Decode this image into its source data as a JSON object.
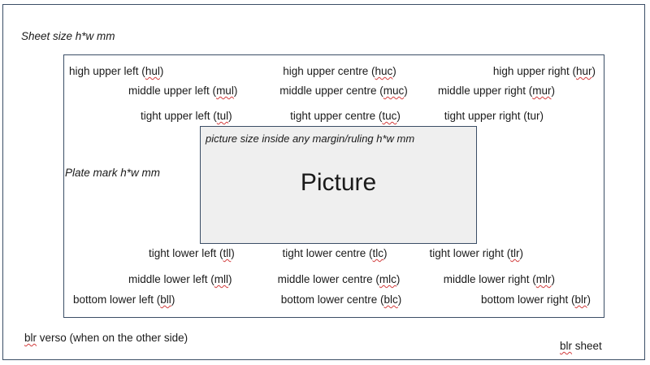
{
  "sheet_size_label": "Sheet size h*w mm",
  "plate_mark_label": "Plate mark h*w mm",
  "picture_size_label": "picture size inside any margin/ruling h*w mm",
  "picture_title": "Picture",
  "positions": {
    "hul": {
      "text": "high upper left (",
      "abbr": "hul",
      "close": ")"
    },
    "huc": {
      "text": "high upper centre (",
      "abbr": "huc",
      "close": ")"
    },
    "hur": {
      "text": "high upper right (",
      "abbr": "hur",
      "close": ")"
    },
    "mul": {
      "text": "middle upper left (",
      "abbr": "mul",
      "close": ")"
    },
    "muc": {
      "text": "middle upper centre (",
      "abbr": "muc",
      "close": ")"
    },
    "mur": {
      "text": "middle upper right (",
      "abbr": "mur",
      "close": ")"
    },
    "tul": {
      "text": "tight upper left (",
      "abbr": "tul",
      "close": ")"
    },
    "tuc": {
      "text": "tight upper centre (",
      "abbr": "tuc",
      "close": ")"
    },
    "tur": {
      "text": "tight upper right (tur)"
    },
    "tll": {
      "text": "tight lower left (",
      "abbr": "tll",
      "close": ")"
    },
    "tlc": {
      "text": "tight lower centre (",
      "abbr": "tlc",
      "close": ")"
    },
    "tlr": {
      "text": "tight lower right (",
      "abbr": "tlr",
      "close": ")"
    },
    "mll": {
      "text": "middle lower left (",
      "abbr": "mll",
      "close": ")"
    },
    "mlc": {
      "text": "middle lower centre (",
      "abbr": "mlc",
      "close": ")"
    },
    "mlr": {
      "text": "middle lower right (",
      "abbr": "mlr",
      "close": ")"
    },
    "bll": {
      "text": "bottom lower left (",
      "abbr": "bll",
      "close": ")"
    },
    "blc": {
      "text": "bottom lower centre (",
      "abbr": "blc",
      "close": ")"
    },
    "blr": {
      "text": "bottom lower right (",
      "abbr": "blr",
      "close": ")"
    }
  },
  "verso": {
    "abbr": "blr",
    "text": " verso (when on the other side)"
  },
  "sheet_corner": {
    "abbr": "blr",
    "text": " sheet"
  }
}
